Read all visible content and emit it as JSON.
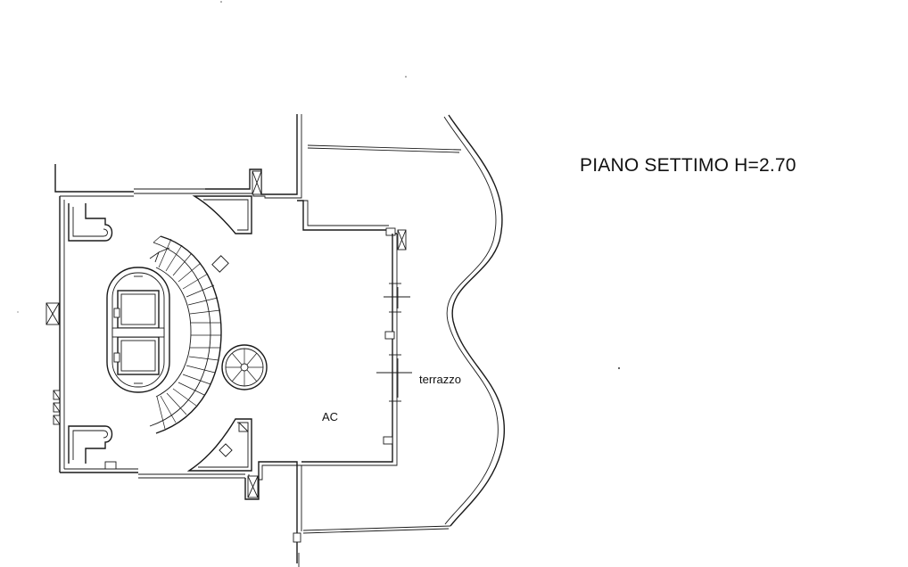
{
  "sheet": {
    "title": "PIANO SETTIMO H=2.70"
  },
  "rooms": {
    "terrace": "terrazzo",
    "main_room": "AC"
  }
}
